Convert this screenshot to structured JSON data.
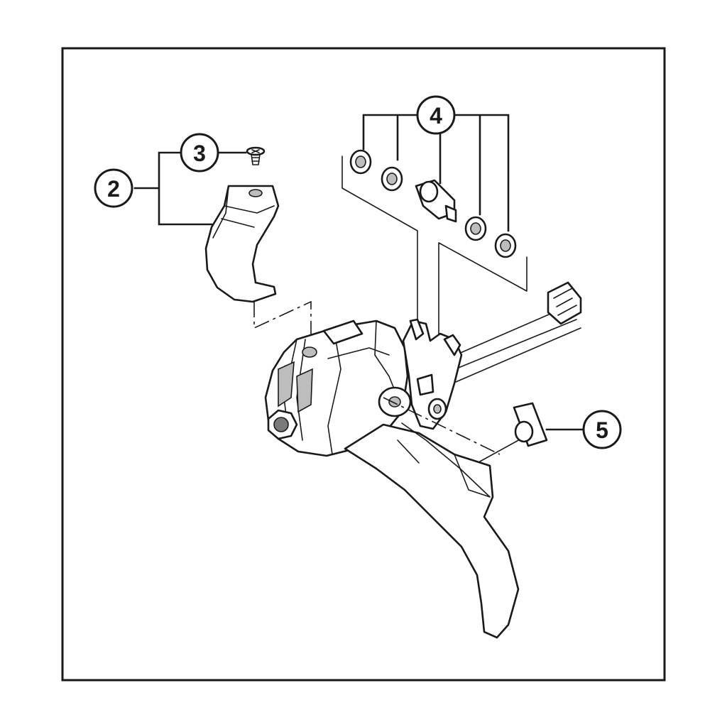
{
  "callouts": {
    "c2": "2",
    "c3": "3",
    "c4": "4",
    "c5": "5"
  },
  "colors": {
    "line": "#1a1a1a",
    "shade": "#bdbdbd",
    "background": "#ffffff"
  }
}
